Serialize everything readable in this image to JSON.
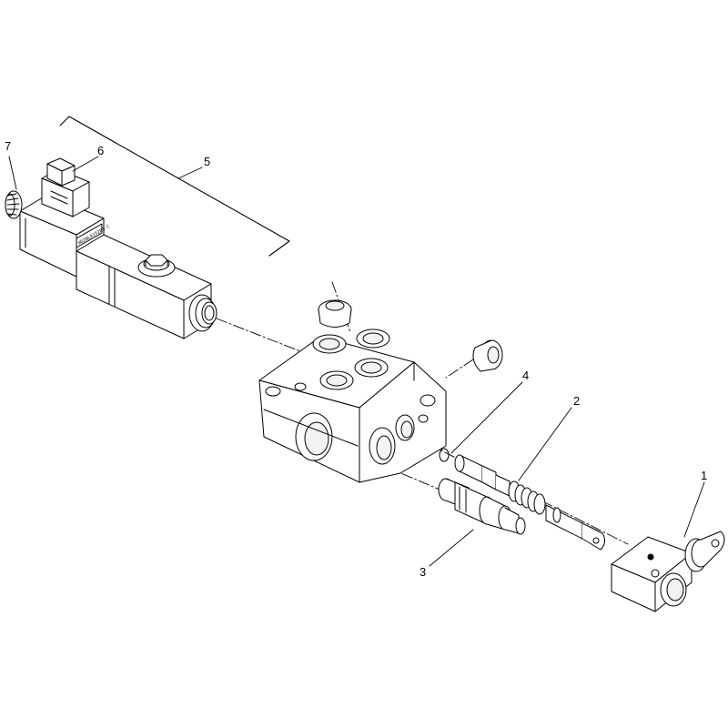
{
  "callouts": {
    "c1": "1",
    "c2": "2",
    "c3": "3",
    "c4": "4",
    "c5": "5",
    "c6": "6",
    "c7": "7"
  },
  "solenoid_stamp": "HD2BLA15283-C",
  "colors": {
    "line": "#000000",
    "part_fill": "#ffffff",
    "part_fill_dark": "#f2f2f2"
  }
}
